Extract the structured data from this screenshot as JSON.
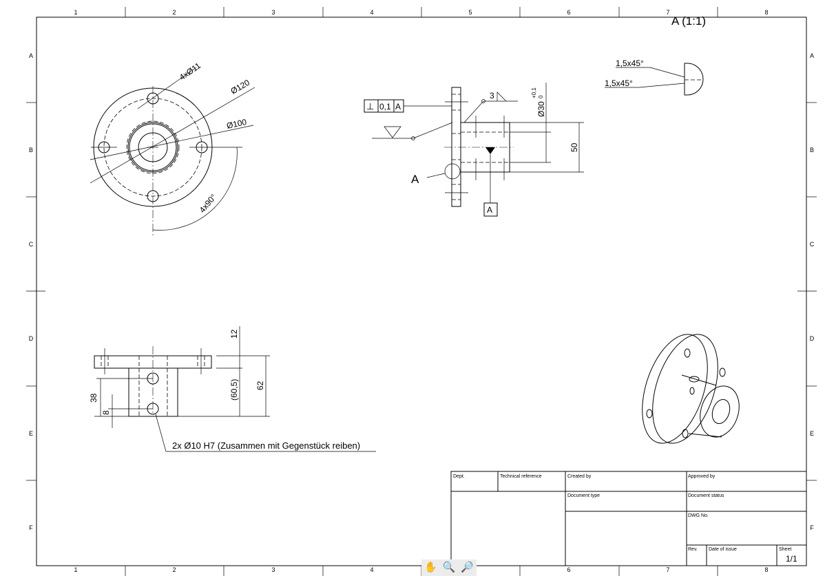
{
  "frame": {
    "columns": [
      "1",
      "2",
      "3",
      "4",
      "5",
      "6",
      "7",
      "8"
    ],
    "rows": [
      "A",
      "B",
      "C",
      "D",
      "E",
      "F"
    ]
  },
  "detail_label": "A (1:1)",
  "front_view": {
    "holes": "4xØ11",
    "outer_dia": "Ø120",
    "bolt_circle": "Ø100",
    "angle": "4x90°"
  },
  "side_view": {
    "gdt_symbol": "⊥",
    "gdt_tolerance": "0,1",
    "gdt_datum": "A",
    "weld_size": "3",
    "bore_dia": "Ø30",
    "bore_tol_upper": "+0,1",
    "bore_tol_lower": "0",
    "height": "50",
    "detail_ref": "A",
    "datum_label": "A"
  },
  "detail_view": {
    "chamfer1": "1,5x45°",
    "chamfer2": "1,5x45°"
  },
  "bottom_view": {
    "dim_flange": "12",
    "dim_ref": "(60,5)",
    "dim_total": "62",
    "dim_38": "38",
    "dim_8": "8",
    "hole_note": "2x Ø10 H7 (Zusammen mit Gegenstück reiben)"
  },
  "title_block": {
    "dept": "Dept.",
    "technical_reference": "Technical reference",
    "created_by": "Created by",
    "approved_by": "Approved by",
    "document_type": "Document type",
    "document_status": "Document status",
    "dwg_no": "DWG No.",
    "rev": "Rev.",
    "date_of_issue": "Date of issue",
    "sheet": "Sheet",
    "sheet_value": "1/1"
  },
  "toolbar": {
    "pan_icon": "✋",
    "zoom_window_icon": "🔍",
    "zoom_fit_icon": "🔎"
  }
}
